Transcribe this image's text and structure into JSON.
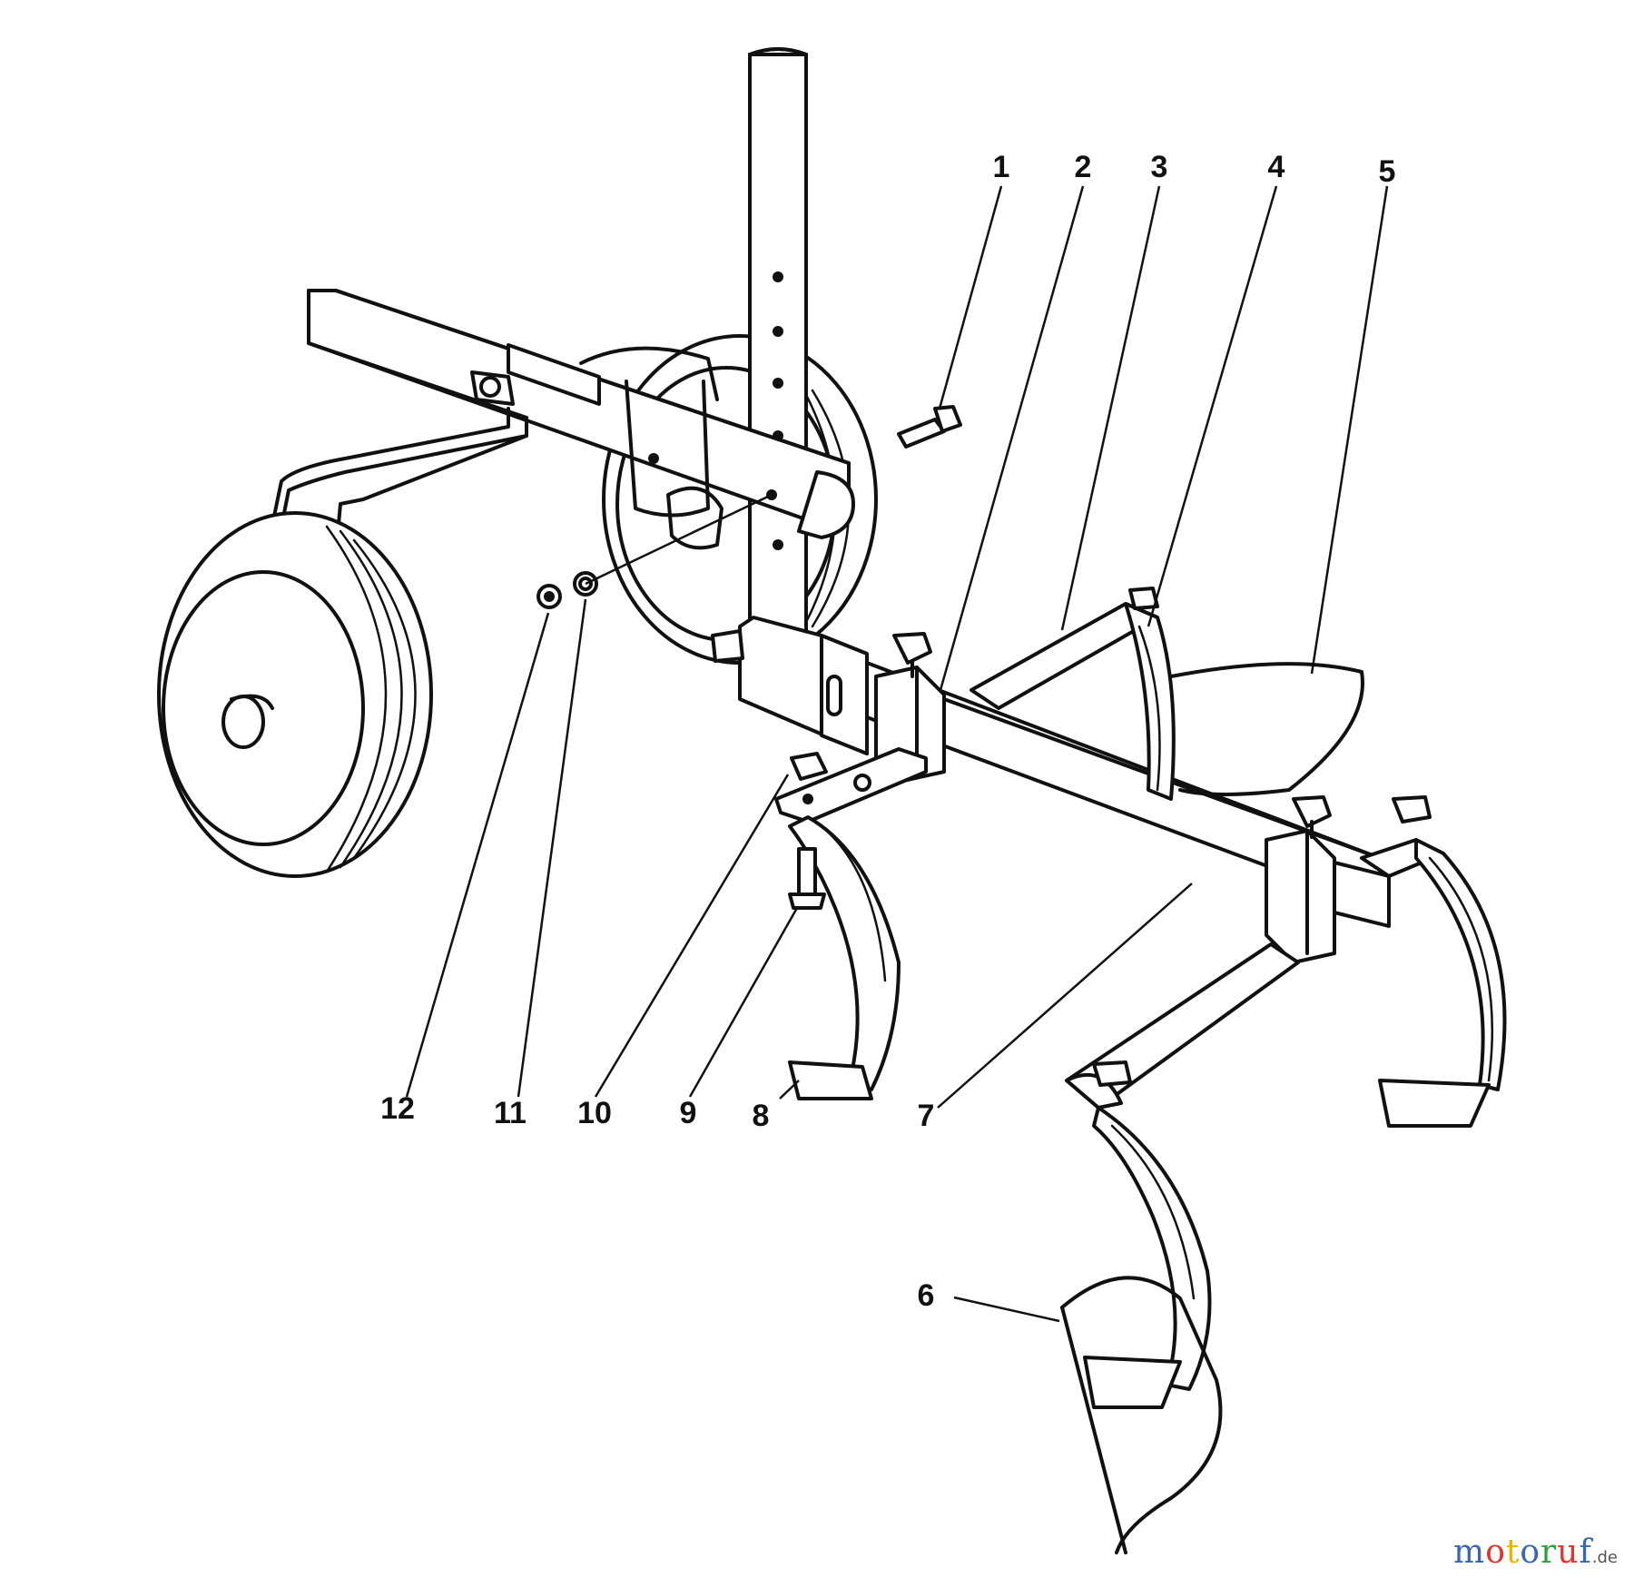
{
  "callouts": [
    "1",
    "2",
    "3",
    "4",
    "5",
    "6",
    "7",
    "8",
    "9",
    "10",
    "11",
    "12"
  ],
  "watermark": {
    "text": "motoruf",
    "suffix": ".de",
    "letters": [
      {
        "ch": "m",
        "color": "#3a66b0"
      },
      {
        "ch": "o",
        "color": "#e3342f"
      },
      {
        "ch": "t",
        "color": "#f0b400"
      },
      {
        "ch": "o",
        "color": "#3a66b0"
      },
      {
        "ch": "r",
        "color": "#2f9e44"
      },
      {
        "ch": "u",
        "color": "#e3342f"
      },
      {
        "ch": "f",
        "color": "#3a66b0"
      }
    ],
    "suffix_color": "#555555"
  }
}
